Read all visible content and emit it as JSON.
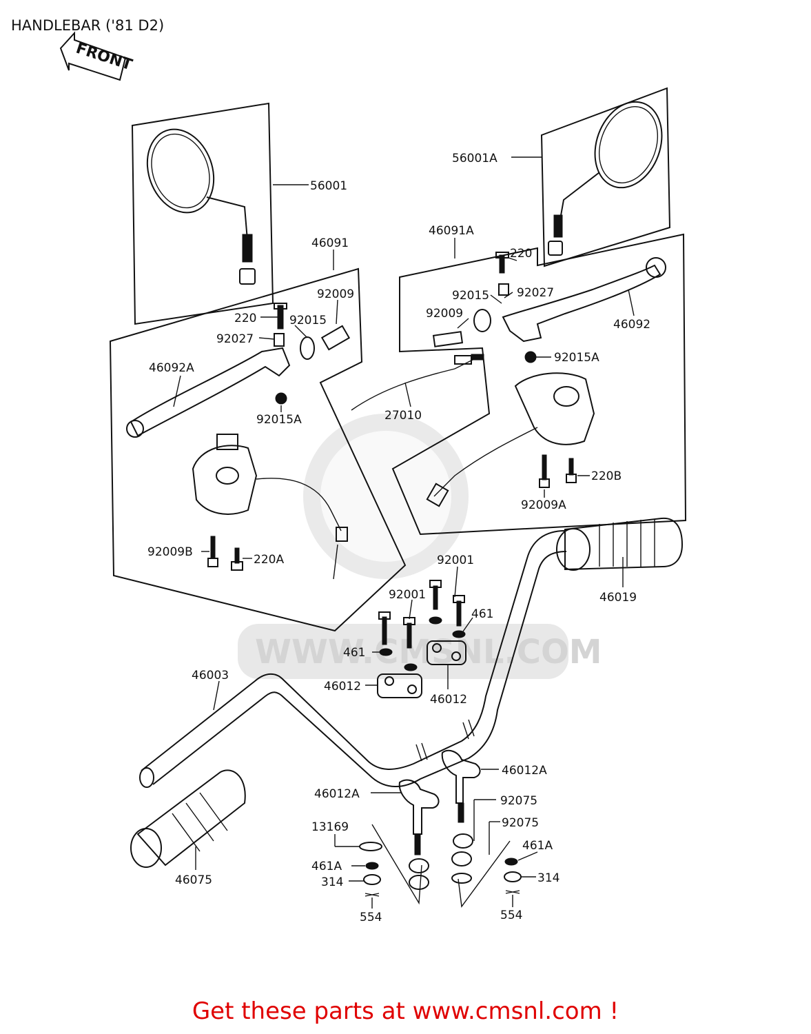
{
  "title": "HANDLEBAR ('81 D2)",
  "front_label": "FRONT",
  "watermark": "WWW.CMSNL.COM",
  "footer": "Get these parts at www.cmsnl.com !",
  "labels": {
    "p56001": "56001",
    "p56001A": "56001A",
    "p46091": "46091",
    "p46091A": "46091A",
    "p92009_l": "92009",
    "p220_l": "220",
    "p92015_l": "92015",
    "p92027_l": "92027",
    "p46092A": "46092A",
    "p92015A_l": "92015A",
    "p220_r": "220",
    "p92015_r": "92015",
    "p92027_r": "92027",
    "p92009_r": "92009",
    "p46092": "46092",
    "p92015A_r": "92015A",
    "p27010": "27010",
    "p220B": "220B",
    "p92009A": "92009A",
    "p92009B": "92009B",
    "p220A": "220A",
    "p92001_a": "92001",
    "p92001_b": "92001",
    "p461_r": "461",
    "p461_l": "461",
    "p46012_l": "46012",
    "p46012_r": "46012",
    "p46019": "46019",
    "p46003": "46003",
    "p46012A_r": "46012A",
    "p46012A_l": "46012A",
    "p92075_a": "92075",
    "p92075_b": "92075",
    "p13169": "13169",
    "p461A_l": "461A",
    "p461A_r": "461A",
    "p314_l": "314",
    "p314_r": "314",
    "p554_l": "554",
    "p554_r": "554",
    "p46075": "46075"
  }
}
